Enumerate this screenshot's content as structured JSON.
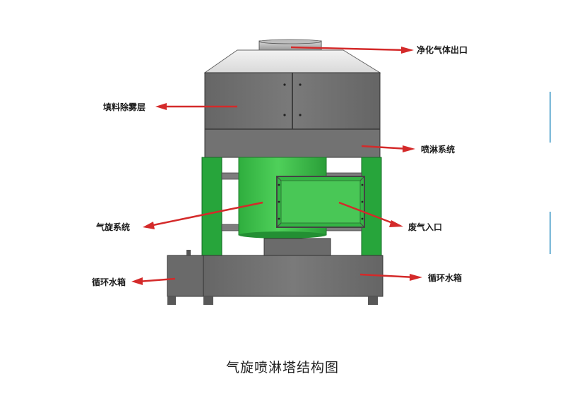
{
  "labels": {
    "outlet": "净化气体出口",
    "packing": "填料除雾层",
    "spray": "喷淋系统",
    "cyclone": "气旋系统",
    "inlet": "废气入口",
    "tank_left": "循环水箱",
    "tank_right": "循环水箱"
  },
  "caption": "气旋喷淋塔结构图",
  "colors": {
    "body": "#6f6f6f",
    "body_dark": "#4a4a4a",
    "hood": "#e6e6e6",
    "frame": "#27a53b",
    "cyclone": "#3fc24a",
    "arrow": "#d42a2a"
  }
}
